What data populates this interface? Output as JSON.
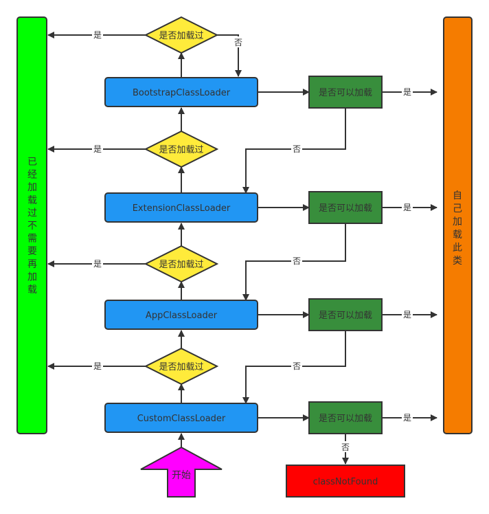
{
  "diagram": {
    "title": "Java ClassLoader parent delegation flow",
    "colors": {
      "loaded_bar": "#00ff00",
      "self_load_bar": "#f57c00",
      "loader_box": "#2196f3",
      "check_diamond": "#ffeb3b",
      "can_load_box": "#388e3c",
      "not_found_box": "#ff0000",
      "start_arrow": "#ff00ff",
      "stroke": "#333333"
    },
    "left_bar": {
      "label": "已经加载过不需要再加载",
      "chars": [
        "已",
        "经",
        "加",
        "载",
        "过",
        "不",
        "需",
        "要",
        "再",
        "加",
        "载"
      ]
    },
    "right_bar": {
      "label": "自己加载此类",
      "chars": [
        "自",
        "己",
        "加",
        "载",
        "此",
        "类"
      ]
    },
    "loaders": [
      {
        "name": "BootstrapClassLoader"
      },
      {
        "name": "ExtensionClassLoader"
      },
      {
        "name": "AppClassLoader"
      },
      {
        "name": "CustomClassLoader"
      }
    ],
    "check_loaded_label": "是否加载过",
    "can_load_label": "是否可以加载",
    "yes_label": "是",
    "no_label": "否",
    "not_found_label": "classNotFound",
    "start_label": "开始"
  }
}
